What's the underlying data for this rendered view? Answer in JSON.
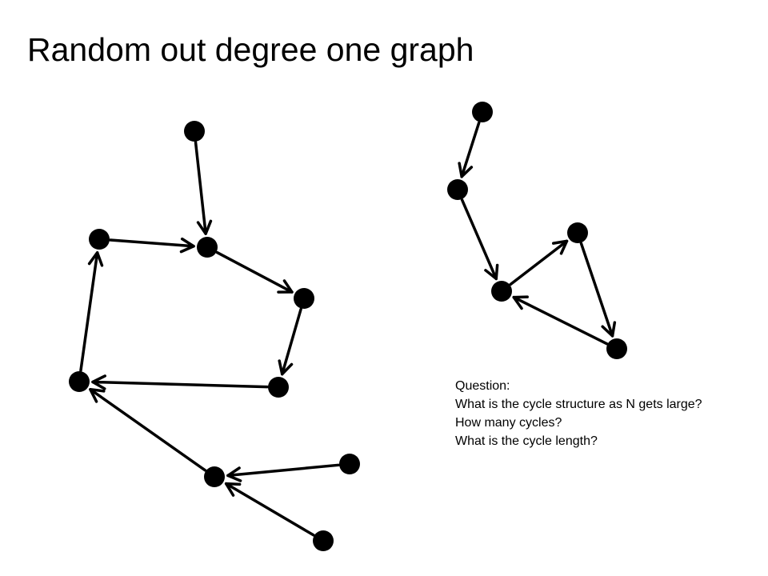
{
  "title": "Random out degree one graph",
  "question": {
    "heading": "Question:",
    "lines": [
      "What is the cycle structure as N gets large?",
      "How many cycles?",
      "What is the cycle length?"
    ]
  },
  "colors": {
    "node": "#000000",
    "edge": "#000000",
    "text": "#000000"
  }
}
